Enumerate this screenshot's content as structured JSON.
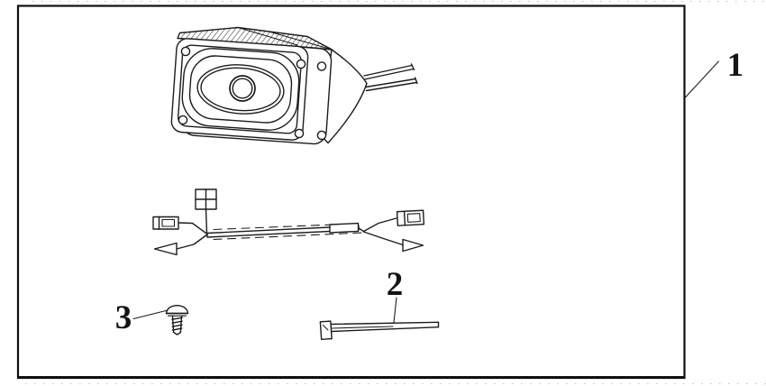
{
  "figure": {
    "background_color": "#ffffff",
    "line_color": "#1c1c1c",
    "callouts": {
      "part_1": {
        "label": "1"
      },
      "part_2": {
        "label": "2"
      },
      "part_3": {
        "label": "3"
      }
    }
  }
}
